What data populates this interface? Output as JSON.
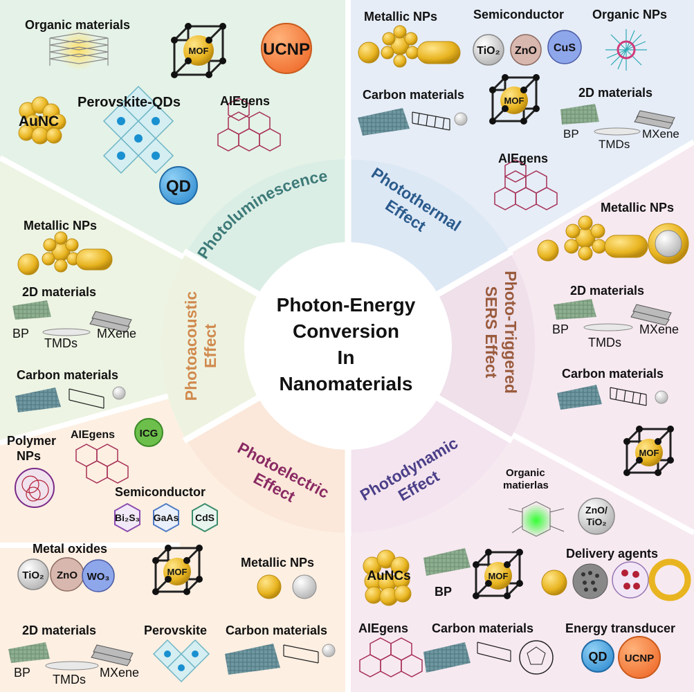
{
  "center": {
    "line1": "Photon-Energy",
    "line2": "Conversion",
    "line3": "In",
    "line4": "Nanomaterials"
  },
  "ring": {
    "photoluminescence": "Photoluminescence",
    "photothermal_1": "Photothermal",
    "photothermal_2": "Effect",
    "sers_1": "Photo-Triggered",
    "sers_2": "SERS Effect",
    "photodynamic_1": "Photodynamic",
    "photodynamic_2": "Effect",
    "photoelectric_1": "Photoelectric",
    "photoelectric_2": "Effect",
    "photoacoustic_1": "Photoacoustic",
    "photoacoustic_2": "Effect"
  },
  "photoluminescence": {
    "organic_materials": "Organic materials",
    "mof": "MOF",
    "ucnp": "UCNP",
    "aunc": "AuNC",
    "perovskite_qds": "Perovskite-QDs",
    "aiegens": "AIEgens",
    "qd": "QD"
  },
  "photothermal": {
    "metallic_nps": "Metallic NPs",
    "semiconductor": "Semiconductor",
    "tio2": "TiO₂",
    "zno": "ZnO",
    "cus": "CuS",
    "organic_nps": "Organic NPs",
    "carbon_materials": "Carbon materials",
    "mof": "MOF",
    "materials_2d": "2D materials",
    "bp": "BP",
    "tmds": "TMDs",
    "mxene": "MXene",
    "aiegens": "AIEgens"
  },
  "sers": {
    "metallic_nps": "Metallic NPs",
    "materials_2d": "2D materials",
    "bp": "BP",
    "tmds": "TMDs",
    "mxene": "MXene",
    "carbon_materials": "Carbon materials",
    "mof": "MOF"
  },
  "photodynamic": {
    "organic_1": "Organic",
    "organic_2": "matierlas",
    "zno_tio2_1": "ZnO/",
    "zno_tio2_2": "TiO₂",
    "delivery_agents": "Delivery agents",
    "auncs": "AuNCs",
    "bp": "BP",
    "mof": "MOF",
    "aiegens": "AIEgens",
    "carbon_materials": "Carbon materials",
    "energy_transducer": "Energy transducer",
    "qd": "QD",
    "ucnp": "UCNP"
  },
  "photoelectric": {
    "semiconductor": "Semiconductor",
    "bi2s3": "Bi₂S₃",
    "gaas": "GaAs",
    "cds": "CdS",
    "metal_oxides": "Metal oxides",
    "tio2": "TiO₂",
    "zno": "ZnO",
    "wo3": "WO₃",
    "mof": "MOF",
    "metallic_nps": "Metallic NPs",
    "materials_2d": "2D materials",
    "bp": "BP",
    "tmds": "TMDs",
    "mxene": "MXene",
    "perovskite": "Perovskite",
    "carbon_materials": "Carbon materials"
  },
  "photoacoustic": {
    "metallic_nps": "Metallic NPs",
    "materials_2d": "2D materials",
    "bp": "BP",
    "tmds": "TMDs",
    "mxene": "MXene",
    "carbon_materials": "Carbon materials",
    "polymer_nps_1": "Polymer",
    "polymer_nps_2": "NPs",
    "aiegens": "AIEgens",
    "icg": "ICG"
  }
}
